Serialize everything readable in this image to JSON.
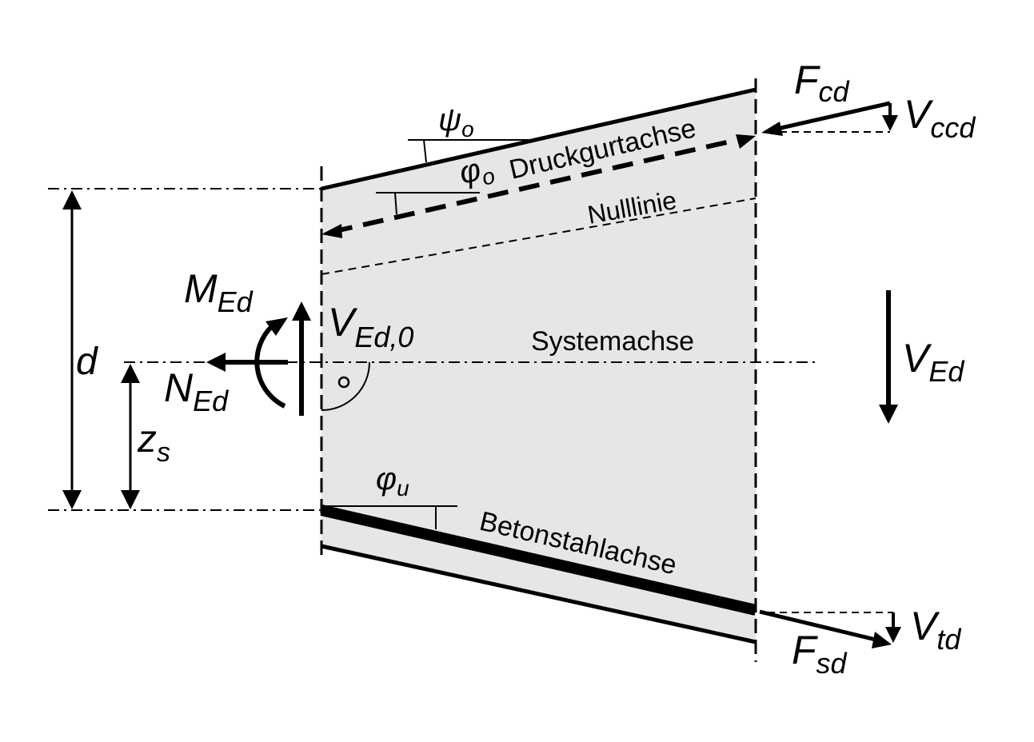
{
  "diagram": {
    "title": "Tapered beam section with internal forces",
    "colors": {
      "section_fill": "#e6e6e6",
      "line": "#000000",
      "background": "#ffffff"
    },
    "labels": {
      "psi_o": {
        "main": "ψ",
        "sub": "o"
      },
      "phi_o": {
        "main": "φ",
        "sub": "o"
      },
      "phi_u": {
        "main": "φ",
        "sub": "u"
      },
      "druckgurtachse": "Druckgurtachse",
      "nulllinie": "Nulllinie",
      "systemachse": "Systemachse",
      "betonstahlachse": "Betonstahlachse",
      "F_cd": {
        "main": "F",
        "sub": "cd"
      },
      "V_ccd": {
        "main": "V",
        "sub": "ccd"
      },
      "M_Ed": {
        "main": "M",
        "sub": "Ed"
      },
      "N_Ed": {
        "main": "N",
        "sub": "Ed"
      },
      "V_Ed0": {
        "main": "V",
        "sub": "Ed,0"
      },
      "V_Ed": {
        "main": "V",
        "sub": "Ed"
      },
      "d": "d",
      "z_s": {
        "main": "z",
        "sub": "s"
      },
      "F_sd": {
        "main": "F",
        "sub": "sd"
      },
      "V_td": {
        "main": "V",
        "sub": "td"
      },
      "right_angle_dot": "°"
    }
  }
}
